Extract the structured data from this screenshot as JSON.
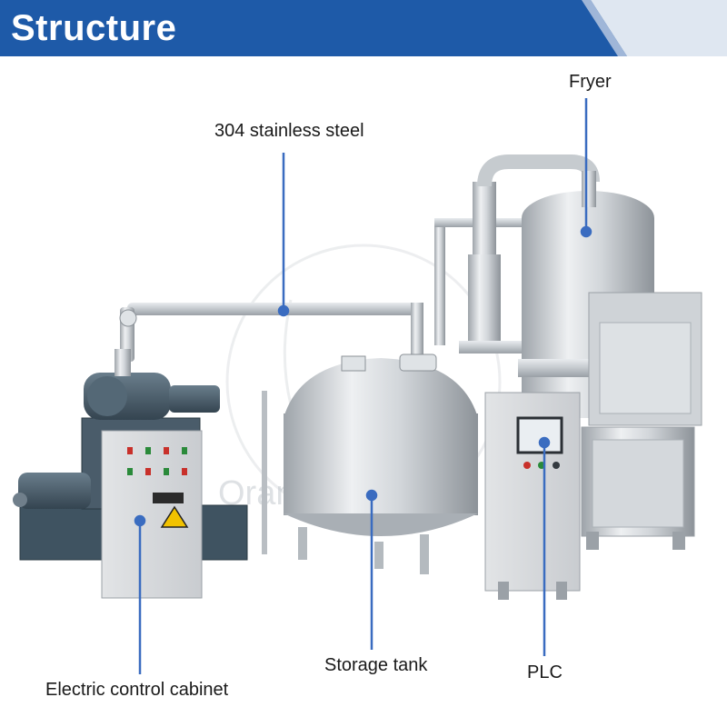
{
  "header": {
    "title": "Structure",
    "bg_color": "#1e5aa8",
    "accent_color": "#dfe7f1"
  },
  "callouts": {
    "steel": "304 stainless steel",
    "fryer": "Fryer",
    "storage_tank": "Storage tank",
    "plc": "PLC",
    "cabinet": "Electric control cabinet"
  },
  "watermark": "Orange Mech",
  "colors": {
    "leader_line": "#3a6cc0",
    "steel": "#c8ccd0",
    "pump_body": "#4a5c6a"
  }
}
